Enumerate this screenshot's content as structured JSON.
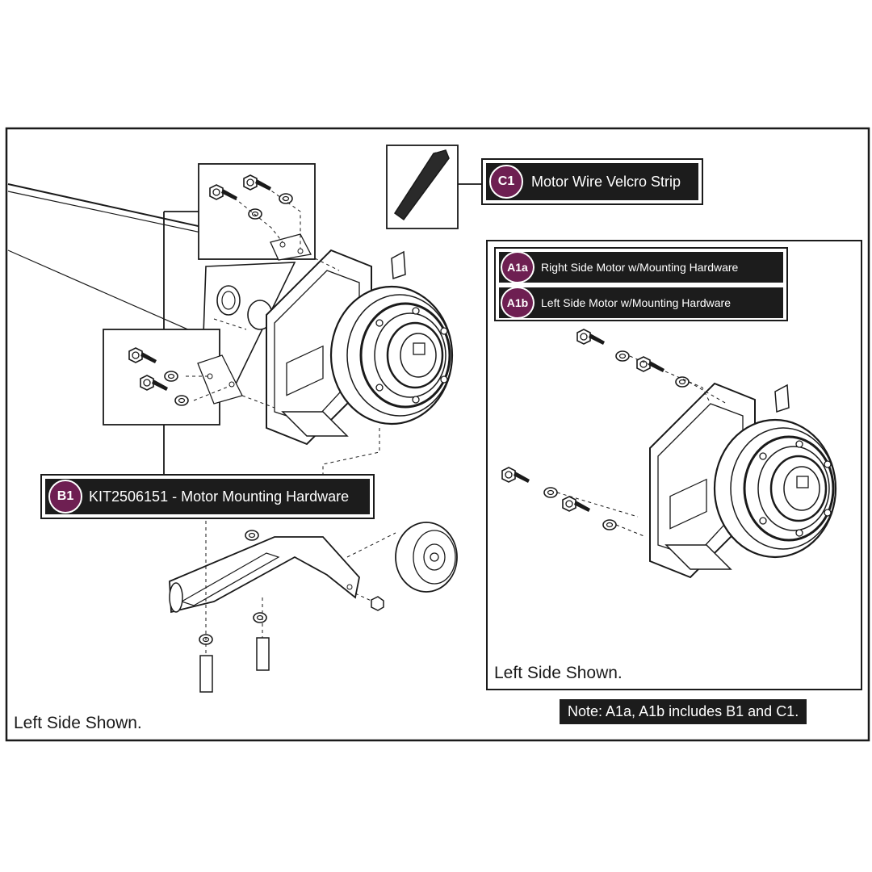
{
  "callouts": {
    "c1": {
      "code": "C1",
      "label": "Motor Wire Velcro Strip"
    },
    "a1a": {
      "code": "A1a",
      "label": "Right Side Motor w/Mounting Hardware"
    },
    "a1b": {
      "code": "A1b",
      "label": "Left Side Motor w/Mounting Hardware"
    },
    "b1": {
      "code": "B1",
      "label": "KIT2506151 - Motor Mounting Hardware"
    }
  },
  "captions": {
    "main_view": "Left Side Shown.",
    "inset_view": "Left Side Shown."
  },
  "note": "Note: A1a, A1b includes B1 and C1.",
  "colors": {
    "badge": "#6e1f52",
    "label_bg": "#1c1c1c",
    "line_art": "#1a1a1a"
  }
}
